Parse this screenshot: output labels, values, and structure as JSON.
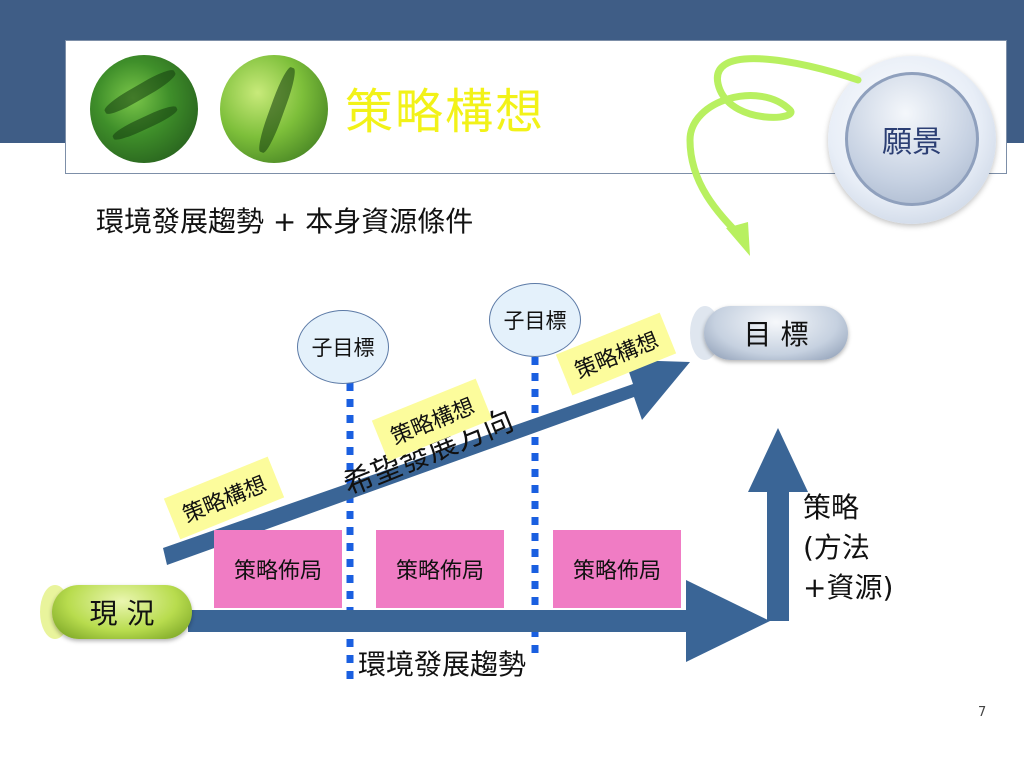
{
  "slide": {
    "title": "策略構想",
    "subtitle": "環境發展趨勢  + 本身資源條件",
    "page_number": "7"
  },
  "vision": {
    "label": "願景"
  },
  "goal": {
    "label": "目 標"
  },
  "current_state": {
    "label": "現 況"
  },
  "sub_goals": [
    "子目標",
    "子目標"
  ],
  "strategy_concepts": [
    "策略構想",
    "策略構想",
    "策略構想"
  ],
  "strategy_layouts": [
    "策略佈局",
    "策略佈局",
    "策略佈局"
  ],
  "direction_label": "希望發展方向",
  "strategy_block": {
    "line1": "策略",
    "line2": "(方法",
    "line3": "+資源)"
  },
  "environment_label": "環境發展趨勢",
  "colors": {
    "header_band": "#3f5d86",
    "title_yellow": "#f2f218",
    "arrow_blue": "#3a6596",
    "dotted_blue": "#1a5fe0",
    "layout_pink": "#f07cc4",
    "concept_yellow": "#fcfc9c",
    "curve_green": "#b8f060"
  }
}
